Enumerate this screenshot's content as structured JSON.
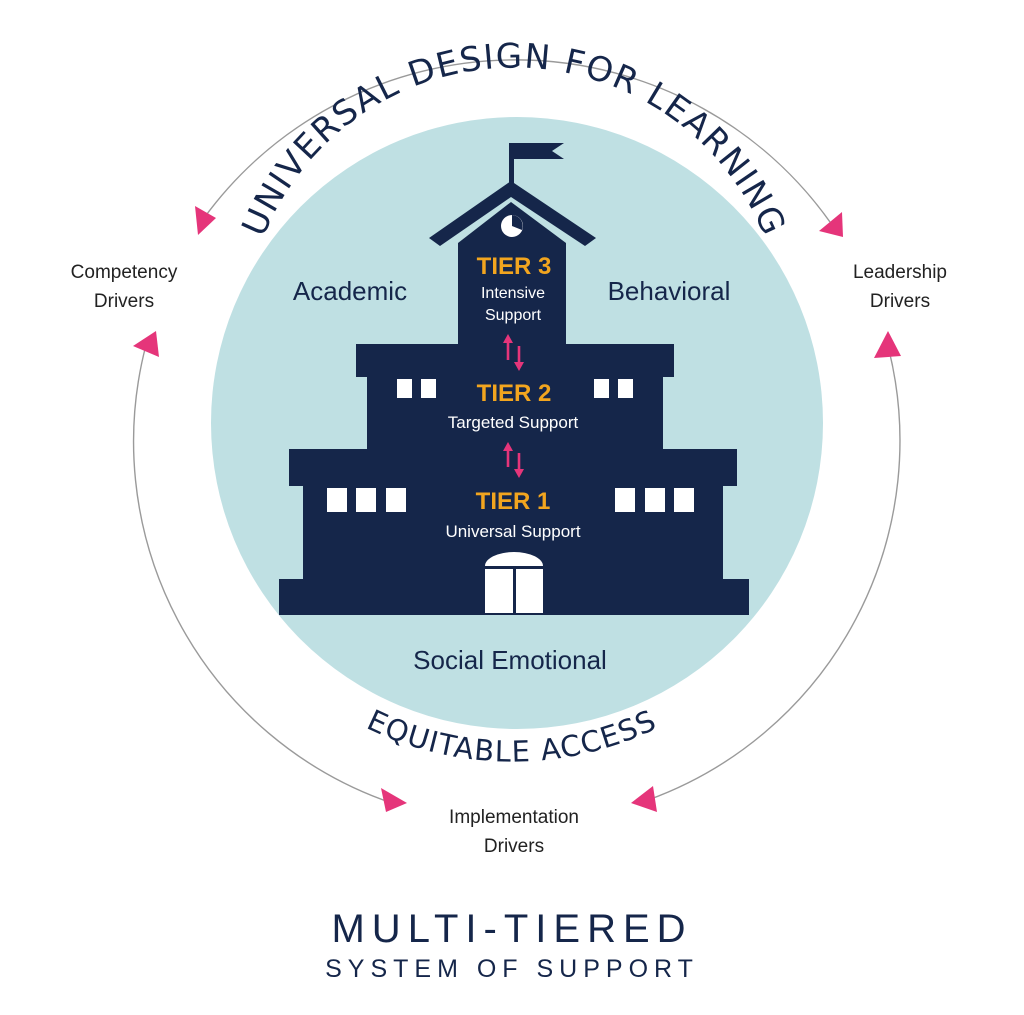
{
  "colors": {
    "circle_fill": "#bfe0e3",
    "building": "#15264a",
    "tier_gold": "#f2a51f",
    "arrow_pink": "#e5357a",
    "ring_line": "#9a9a9a",
    "text_dark": "#15264a",
    "white": "#ffffff"
  },
  "arc_labels": {
    "top": "UNIVERSAL DESIGN FOR LEARNING",
    "bottom": "EQUITABLE ACCESS"
  },
  "drivers": {
    "left": [
      "Competency",
      "Drivers"
    ],
    "right": [
      "Leadership",
      "Drivers"
    ],
    "bottom": [
      "Implementation",
      "Drivers"
    ]
  },
  "domains": {
    "academic": "Academic",
    "behavioral": "Behavioral",
    "social_emotional": "Social Emotional"
  },
  "tiers": [
    {
      "title": "TIER 3",
      "support": [
        "Intensive",
        "Support"
      ]
    },
    {
      "title": "TIER 2",
      "support": [
        "Targeted Support"
      ]
    },
    {
      "title": "TIER 1",
      "support": [
        "Universal Support"
      ]
    }
  ],
  "icons": {
    "flag": "flag-icon",
    "clock": "clock-icon",
    "swap_arrows": "bidirectional-arrows-icon",
    "door": "door-icon",
    "arrowheads": "triangle-arrowhead-icon"
  },
  "footer": {
    "title": "MULTI-TIERED",
    "subtitle": "SYSTEM OF SUPPORT"
  }
}
